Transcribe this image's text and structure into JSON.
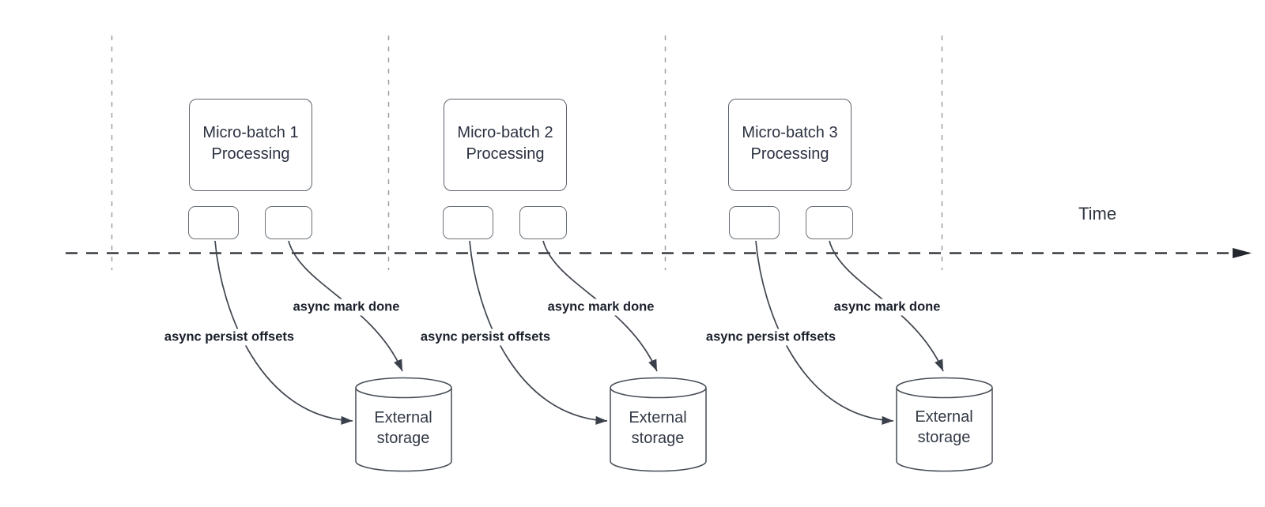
{
  "time_axis": {
    "label": "Time"
  },
  "batches": [
    {
      "title": "Micro-batch 1 Processing",
      "persist_label": "async persist offsets",
      "done_label": "async mark done",
      "storage_label": "External storage"
    },
    {
      "title": "Micro-batch 2 Processing",
      "persist_label": "async persist offsets",
      "done_label": "async mark done",
      "storage_label": "External storage"
    },
    {
      "title": "Micro-batch 3 Processing",
      "persist_label": "async persist offsets",
      "done_label": "async mark done",
      "storage_label": "External storage"
    }
  ],
  "colors": {
    "background": "#ffffff",
    "guide_line": "#9b9fa4",
    "axis_line": "#23272e",
    "arrow_stroke": "#3f454e",
    "arrowhead_fill": "#3a404a",
    "shape_border": "#5d636b",
    "bold_label_text": "#1a1f2a",
    "shape_text": "#2b3140"
  }
}
